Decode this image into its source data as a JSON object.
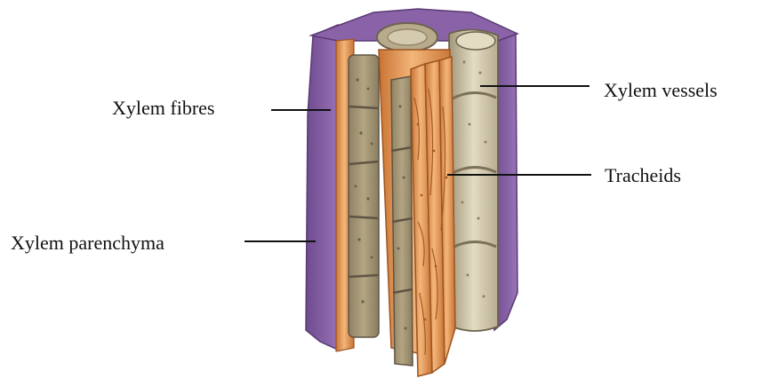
{
  "labels": {
    "xylem_fibres": "Xylem fibres",
    "xylem_parenchyma": "Xylem parenchyma",
    "xylem_vessels": "Xylem vessels",
    "tracheids": "Tracheids"
  },
  "colors": {
    "purple": "#8b62a8",
    "purple_dark": "#6f4a8c",
    "orange": "#e69c5c",
    "orange_light": "#f2b77d",
    "orange_dark": "#b9652a",
    "tan": "#a99a78",
    "tan_light": "#d6cfb4",
    "tan_dark": "#7d7058",
    "leader": "#111111"
  }
}
